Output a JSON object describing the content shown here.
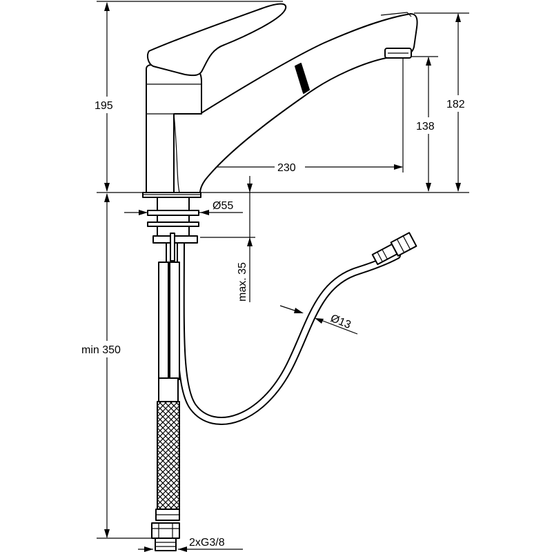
{
  "dimensions": {
    "total_height": "195",
    "spout_height": "182",
    "outlet_height": "138",
    "reach": "230",
    "base_diameter": "Ø55",
    "max_deck_thickness": "max. 35",
    "min_hose_length": "min 350",
    "hose_diameter": "Ø13",
    "connection": "2xG3/8"
  },
  "colors": {
    "stroke": "#000000",
    "background": "#ffffff"
  }
}
